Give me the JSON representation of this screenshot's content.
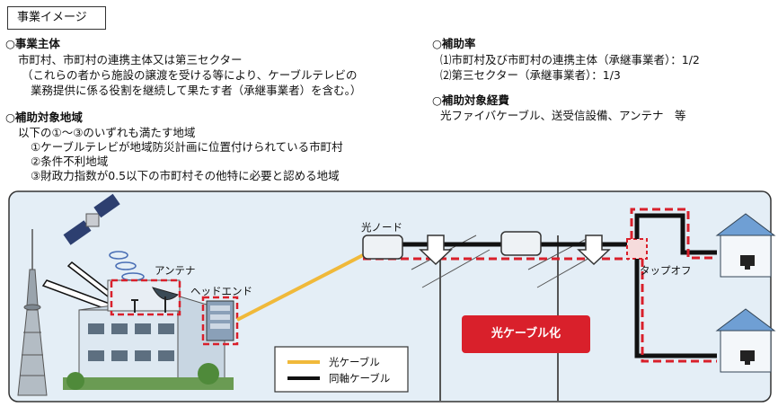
{
  "header": {
    "title": "事業イメージ"
  },
  "left": {
    "operator_head": "○事業主体",
    "operator_lines": [
      "市町村、市町村の連携主体又は第三セクター",
      "（これらの者から施設の譲渡を受ける等により、ケーブルテレビの",
      "業務提供に係る役割を継続して果たす者（承継事業者）を含む。）"
    ],
    "area_head": "○補助対象地域",
    "area_lines": [
      "以下の①～③のいずれも満たす地域",
      "①ケーブルテレビが地域防災計画に位置付けられている市町村",
      "②条件不利地域",
      "③財政力指数が0.5以下の市町村その他特に必要と認める地域"
    ]
  },
  "right": {
    "rate_head": "○補助率",
    "rate_lines": [
      "⑴市町村及び市町村の連携主体（承継事業者）：1/2",
      "⑵第三セクター（承継事業者）：1/3"
    ],
    "cost_head": "○補助対象経費",
    "cost_lines": [
      "光ファイバケーブル、送受信設備、アンテナ　等"
    ]
  },
  "diagram": {
    "labels": {
      "antenna": "アンテナ",
      "headend": "ヘッドエンド",
      "optical_node": "光ノード",
      "tap_off": "タップオフ",
      "fiber_badge": "光ケーブル化"
    },
    "legend": [
      {
        "label": "光ケーブル",
        "color": "#f0b93a"
      },
      {
        "label": "同軸ケーブル",
        "color": "#111111"
      }
    ],
    "colors": {
      "panel_bg": "#e4eef6",
      "dashed_red": "#d9202b",
      "building": "#dce8f2",
      "house": "#6f9fd4"
    }
  }
}
